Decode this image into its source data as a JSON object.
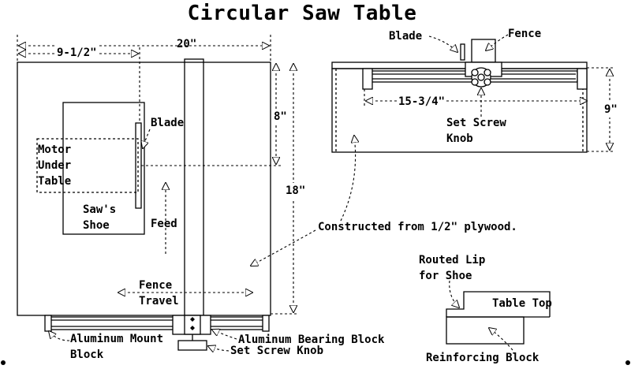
{
  "title": "Circular Saw Table",
  "dimensions": {
    "width_20": "20\"",
    "offset_9_5": "9-1/2\"",
    "depth_8": "8\"",
    "depth_18": "18\"",
    "fence_span": "15-3/4\"",
    "height_9": "9\""
  },
  "top_view": {
    "blade": "Blade",
    "motor": [
      "Motor",
      "Under",
      "Table"
    ],
    "shoe": [
      "Saw's",
      "Shoe"
    ],
    "feed": "Feed",
    "fence_travel": [
      "Fence",
      "Travel"
    ],
    "mount_block": [
      "Aluminum Mount",
      "Block"
    ],
    "bearing_block": "Aluminum Bearing Block",
    "set_screw_knob": "Set Screw Knob"
  },
  "front_view": {
    "blade": "Blade",
    "fence": "Fence",
    "set_screw_knob": [
      "Set Screw",
      "Knob"
    ]
  },
  "note": "Constructed from 1/2\" plywood.",
  "section": {
    "routed_lip": [
      "Routed Lip",
      "for Shoe"
    ],
    "table_top": "Table Top",
    "reinforcing_block": "Reinforcing Block"
  }
}
